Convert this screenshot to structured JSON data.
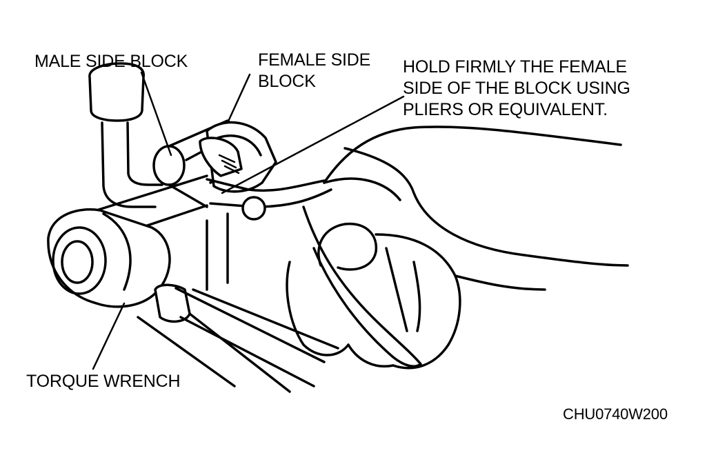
{
  "labels": {
    "male_side_block": "MALE SIDE BLOCK",
    "female_side_block": [
      "FEMALE SIDE",
      "BLOCK"
    ],
    "instruction": [
      "HOLD FIRMLY THE FEMALE",
      "SIDE OF THE BLOCK USING",
      "PLIERS OR EQUIVALENT."
    ],
    "torque_wrench": "TORQUE WRENCH",
    "figure_code": "CHU0740W200"
  },
  "colors": {
    "ink": "#000000",
    "paper": "#ffffff"
  }
}
